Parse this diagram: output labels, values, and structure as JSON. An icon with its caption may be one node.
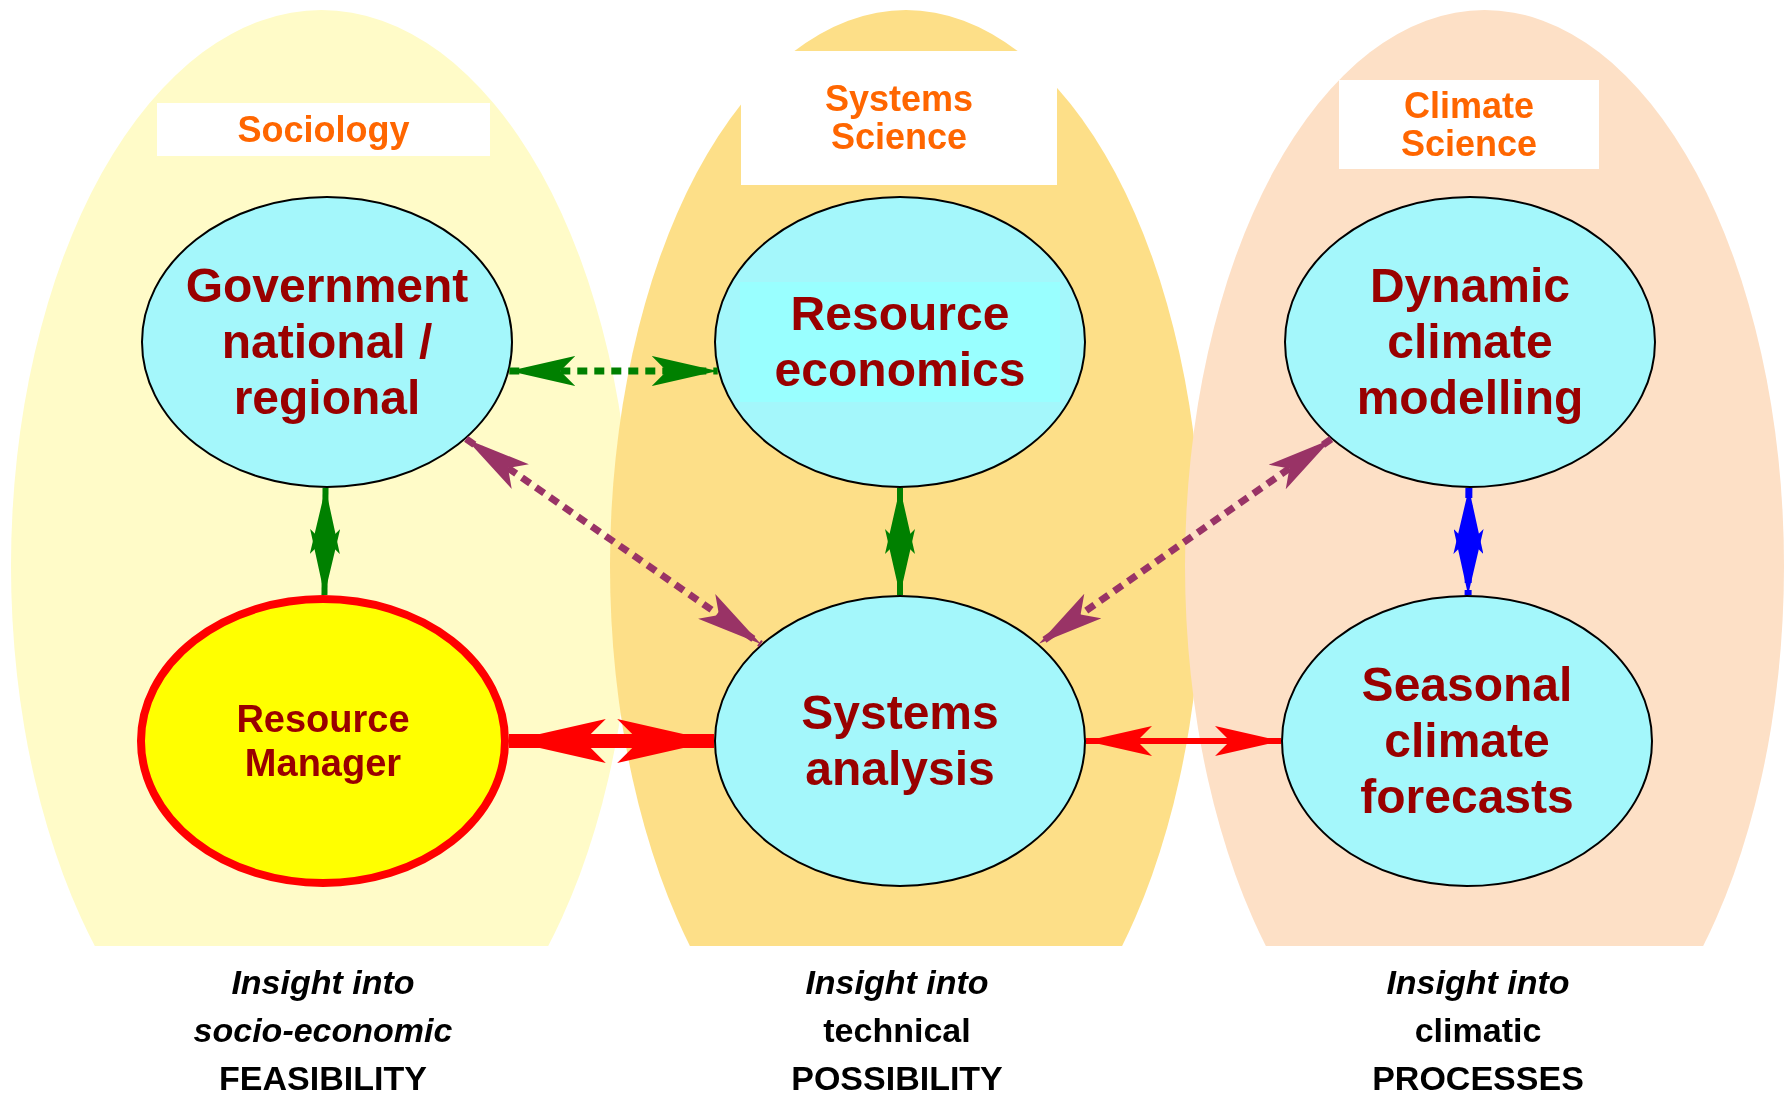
{
  "diagram": {
    "nodes": [
      {
        "text": [
          "Sociology"
        ]
      },
      {
        "text": [
          "Government national / regional"
        ],
        "in": 0
      },
      {
        "text": [
          "Resource Manager"
        ],
        "in": 0
      },
      {
        "text": [
          "Systems Science"
        ]
      },
      {
        "text": [
          "Resource economics"
        ],
        "in": 3
      },
      {
        "text": [
          "Systems analysis"
        ],
        "in": 3
      },
      {
        "text": [
          "Climate Science"
        ]
      },
      {
        "text": [
          "Dynamic climate modelling"
        ],
        "in": 6
      },
      {
        "text": [
          "Seasonal climate forecasts"
        ],
        "in": 6
      }
    ],
    "edges": [
      {
        "from": 1,
        "to": 4,
        "arrow": "both",
        "style": "dashed"
      },
      {
        "from": 1,
        "to": 2,
        "arrow": "both"
      },
      {
        "from": 1,
        "to": 5,
        "arrow": "both",
        "style": "dashed",
        "color": "#993366"
      },
      {
        "from": 4,
        "to": 5,
        "arrow": "both"
      },
      {
        "from": 7,
        "to": 5,
        "arrow": "both",
        "style": "dashed",
        "color": "#993366"
      },
      {
        "from": 7,
        "to": 8,
        "arrow": "both",
        "style": "dashed",
        "color": "#0000ff"
      },
      {
        "from": 2,
        "to": 5,
        "arrow": "both",
        "style": "thick",
        "color": "#ff0000"
      },
      {
        "from": 5,
        "to": 8,
        "arrow": "both",
        "color": "#ff0000"
      }
    ],
    "labels": [
      "*Insight into socio-economic* FEASIBILITY",
      "*Insight into* technical POSSIBILITY",
      "*Insight into* climatic PROCESSES"
    ]
  }
}
